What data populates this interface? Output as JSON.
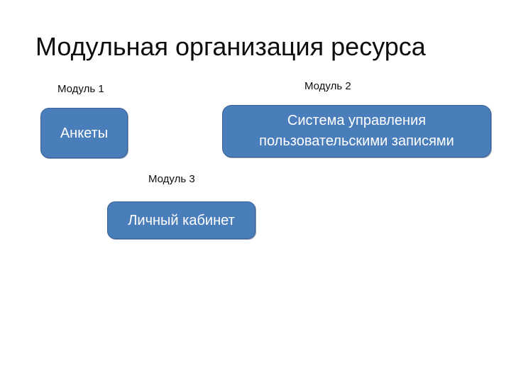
{
  "slide": {
    "title": "Модульная организация ресурса",
    "background_color": "#FFFFFF",
    "title_color": "#0D0D0D"
  },
  "theme": {
    "box_fill": "#4A7EBB",
    "box_border": "#3A6098",
    "box_text_color": "#FFFFFF",
    "label_color": "#0D0D0D"
  },
  "modules": [
    {
      "label": "Модуль 1",
      "box_text": "Анкеты"
    },
    {
      "label": "Модуль 2",
      "box_text": "Система управления пользовательскими записями"
    },
    {
      "label": "Модуль 3",
      "box_text": "Личный кабинет"
    }
  ]
}
